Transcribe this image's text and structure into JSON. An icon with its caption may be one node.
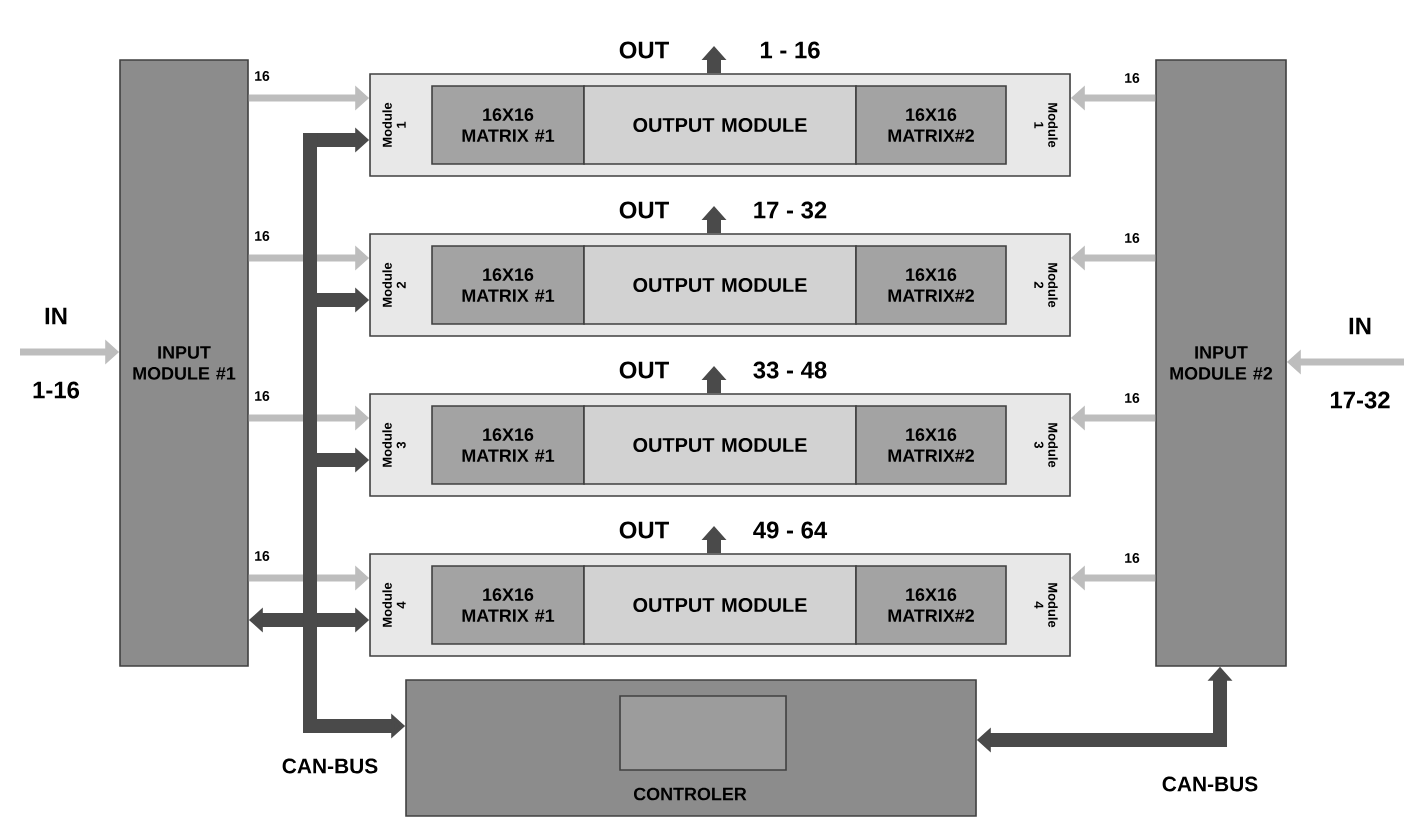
{
  "diagram": {
    "nodes": [
      {
        "text": [
          "INPUT MODULE #1"
        ]
      },
      {
        "text": [
          "INPUT MODULE #2"
        ]
      },
      {
        "text": [
          "Module 1",
          "Module 1"
        ]
      },
      {
        "text": [
          "16X16 MATRIX #1"
        ],
        "in": 2
      },
      {
        "text": [
          "OUTPUT MODULE"
        ],
        "in": 2
      },
      {
        "text": [
          "16X16 MATRIX#2"
        ],
        "in": 2
      },
      {
        "text": [
          "Module 2",
          "Module 2"
        ]
      },
      {
        "text": [
          "16X16 MATRIX #1"
        ],
        "in": 6
      },
      {
        "text": [
          "OUTPUT MODULE"
        ],
        "in": 6
      },
      {
        "text": [
          "16X16 MATRIX#2"
        ],
        "in": 6
      },
      {
        "text": [
          "Module 3",
          "Module 3"
        ]
      },
      {
        "text": [
          "16X16 MATRIX #1"
        ],
        "in": 10
      },
      {
        "text": [
          "OUTPUT MODULE"
        ],
        "in": 10
      },
      {
        "text": [
          "16X16 MATRIX#2"
        ],
        "in": 10
      },
      {
        "text": [
          "Module 4",
          "Module 4"
        ]
      },
      {
        "text": [
          "16X16 MATRIX #1"
        ],
        "in": 14
      },
      {
        "text": [
          "OUTPUT MODULE"
        ],
        "in": 14
      },
      {
        "text": [
          "16X16 MATRIX#2"
        ],
        "in": 14
      },
      {
        "text": [
          "CONTROLER"
        ]
      },
      {
        "text": [],
        "shape": "box",
        "in": 18
      }
    ],
    "edges": [
      {
        "from": null,
        "to": 0,
        "arrow": "to",
        "label": "IN"
      },
      {
        "from": null,
        "to": 1,
        "arrow": "to",
        "label": "IN"
      },
      {
        "from": 0,
        "to": 2,
        "arrow": "to",
        "label": "16"
      },
      {
        "from": 0,
        "to": 6,
        "arrow": "to",
        "label": "16"
      },
      {
        "from": 0,
        "to": 10,
        "arrow": "to",
        "label": "16"
      },
      {
        "from": 0,
        "to": 14,
        "arrow": "to",
        "label": "16"
      },
      {
        "from": 1,
        "to": 2,
        "arrow": "to",
        "label": "16"
      },
      {
        "from": 1,
        "to": 6,
        "arrow": "to",
        "label": "16"
      },
      {
        "from": 1,
        "to": 10,
        "arrow": "to",
        "label": "16"
      },
      {
        "from": 1,
        "to": 14,
        "arrow": "to",
        "label": "16"
      },
      {
        "from": 2,
        "to": null,
        "arrow": "to",
        "label": "OUT",
        "style": "thick",
        "color": "#4a4a4a"
      },
      {
        "from": 6,
        "to": null,
        "arrow": "to",
        "label": "OUT",
        "style": "thick",
        "color": "#4a4a4a"
      },
      {
        "from": 10,
        "to": null,
        "arrow": "to",
        "label": "OUT",
        "style": "thick",
        "color": "#4a4a4a"
      },
      {
        "from": 14,
        "to": null,
        "arrow": "to",
        "label": "OUT",
        "style": "thick",
        "color": "#4a4a4a"
      },
      {
        "from": 18,
        "to": 2,
        "arrow": "both",
        "style": "thick",
        "color": "#4a4a4a"
      },
      {
        "from": 18,
        "to": 6,
        "arrow": "both",
        "style": "thick",
        "color": "#4a4a4a"
      },
      {
        "from": 18,
        "to": 10,
        "arrow": "both",
        "style": "thick",
        "color": "#4a4a4a"
      },
      {
        "from": 18,
        "to": 14,
        "arrow": "both",
        "style": "thick",
        "color": "#4a4a4a"
      },
      {
        "from": 18,
        "to": 0,
        "arrow": "both",
        "style": "thick",
        "color": "#4a4a4a"
      },
      {
        "from": 18,
        "to": 1,
        "arrow": "both",
        "style": "thick",
        "color": "#4a4a4a"
      }
    ],
    "labels": [
      "1-16",
      "17-32",
      "1 - 16",
      "17 - 32",
      "33 - 48",
      "49 - 64",
      "CAN-BUS",
      "CAN-BUS"
    ]
  }
}
